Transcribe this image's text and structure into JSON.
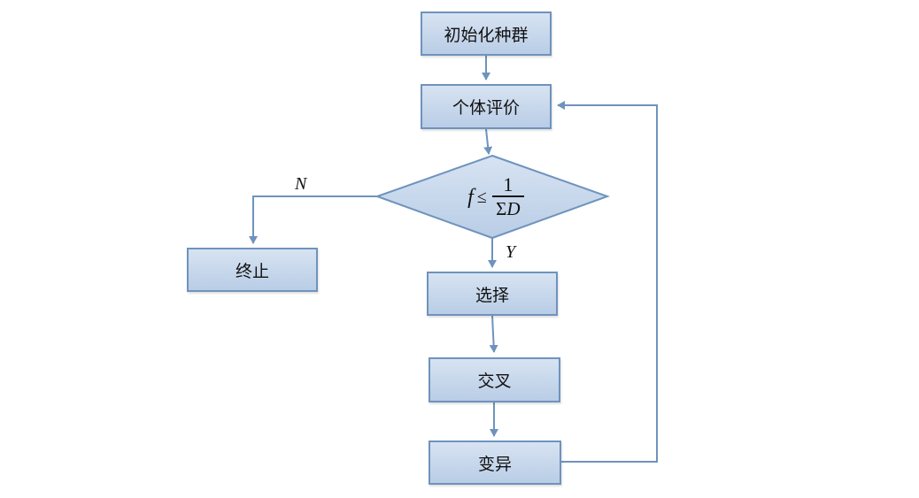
{
  "nodes": {
    "init": "初始化种群",
    "evaluate": "个体评价",
    "terminate": "终止",
    "select": "选择",
    "crossover": "交叉",
    "mutate": "变异"
  },
  "decision": {
    "lhs": "f",
    "op": "≤",
    "numerator": "1",
    "den_sigma": "Σ",
    "den_var": "D"
  },
  "edge_labels": {
    "no": "N",
    "yes": "Y"
  },
  "colors": {
    "line": "#6f93bd",
    "fill_top": "#d7e3f2",
    "fill_bottom": "#b9cde6"
  }
}
